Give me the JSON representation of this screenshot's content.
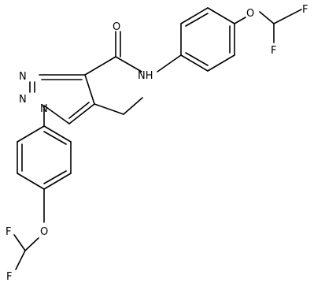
{
  "figure": {
    "atoms": {
      "n_top": "N",
      "n_mid": "N",
      "n_ring": "N",
      "nh": "NH",
      "o_carbonyl": "O",
      "o_right": "O",
      "f_right_top": "F",
      "f_right_bottom": "F",
      "o_left": "O",
      "f_left_top": "F",
      "f_left_bottom": "F"
    }
  }
}
